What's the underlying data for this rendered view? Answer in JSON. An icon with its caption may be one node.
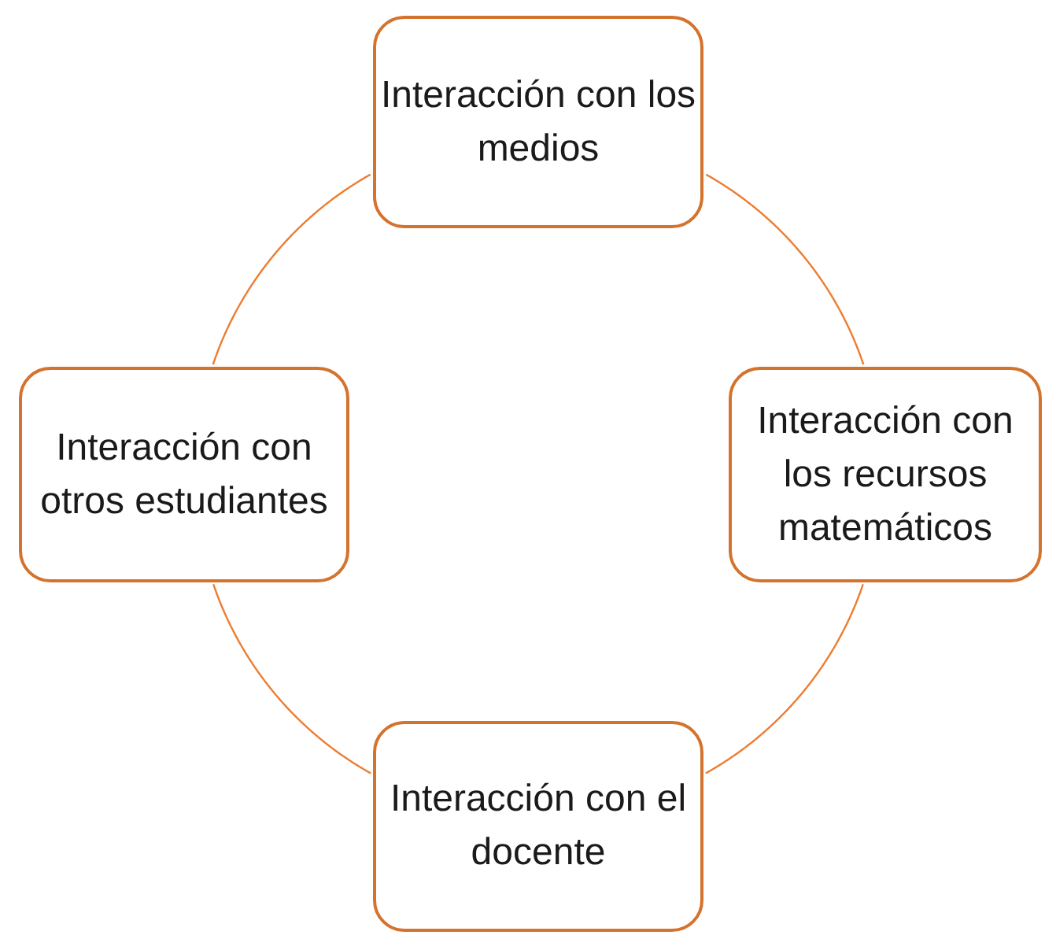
{
  "diagram": {
    "nodes": [
      {
        "text": [
          "Interacción con los medios"
        ]
      },
      {
        "text": [
          "Interacción con los recursos matemáticos"
        ]
      },
      {
        "text": [
          "Interacción con el docente"
        ]
      },
      {
        "text": [
          "Interacción con otros estudiantes"
        ]
      }
    ],
    "edges": [
      {
        "from": 0,
        "to": 1,
        "arrow": "none"
      },
      {
        "from": 1,
        "to": 2,
        "arrow": "none"
      },
      {
        "from": 2,
        "to": 3,
        "arrow": "none"
      },
      {
        "from": 3,
        "to": 0,
        "arrow": "none"
      }
    ]
  }
}
